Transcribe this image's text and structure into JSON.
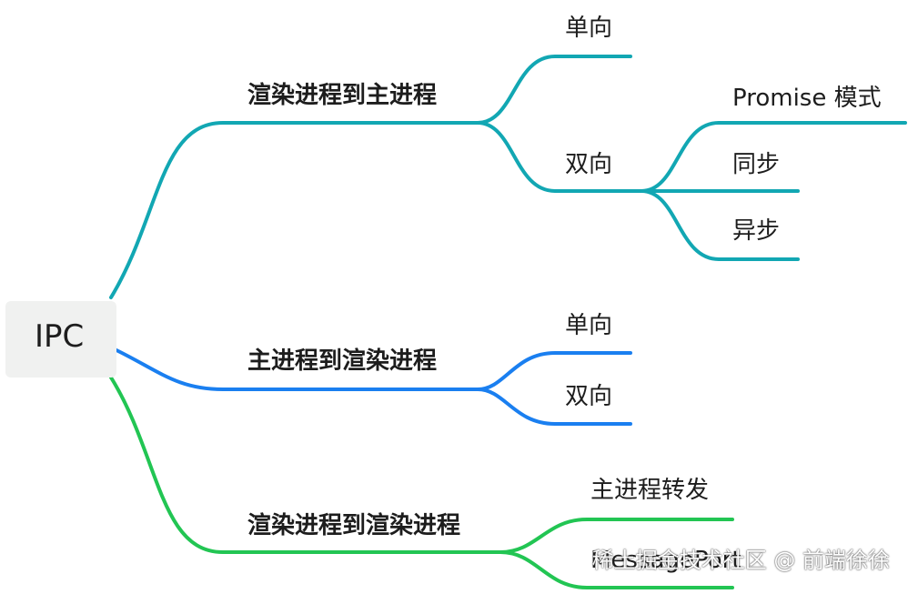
{
  "root": {
    "label": "IPC"
  },
  "colors": {
    "teal": "#12a7b3",
    "blue": "#1a7ff0",
    "green": "#22c553",
    "root_bg": "#f0f1f0",
    "text": "#1d1d1d"
  },
  "branches": [
    {
      "label": "渲染进程到主进程",
      "color": "teal",
      "children": [
        {
          "label": "单向"
        },
        {
          "label": "双向",
          "children": [
            {
              "label": "Promise 模式"
            },
            {
              "label": "同步"
            },
            {
              "label": "异步"
            }
          ]
        }
      ]
    },
    {
      "label": "主进程到渲染进程",
      "color": "blue",
      "children": [
        {
          "label": "单向"
        },
        {
          "label": "双向"
        }
      ]
    },
    {
      "label": "渲染进程到渲染进程",
      "color": "green",
      "children": [
        {
          "label": "主进程转发"
        },
        {
          "label": "MessagePort"
        }
      ]
    }
  ],
  "watermark": "稀土掘金技术社区 @ 前端徐徐"
}
